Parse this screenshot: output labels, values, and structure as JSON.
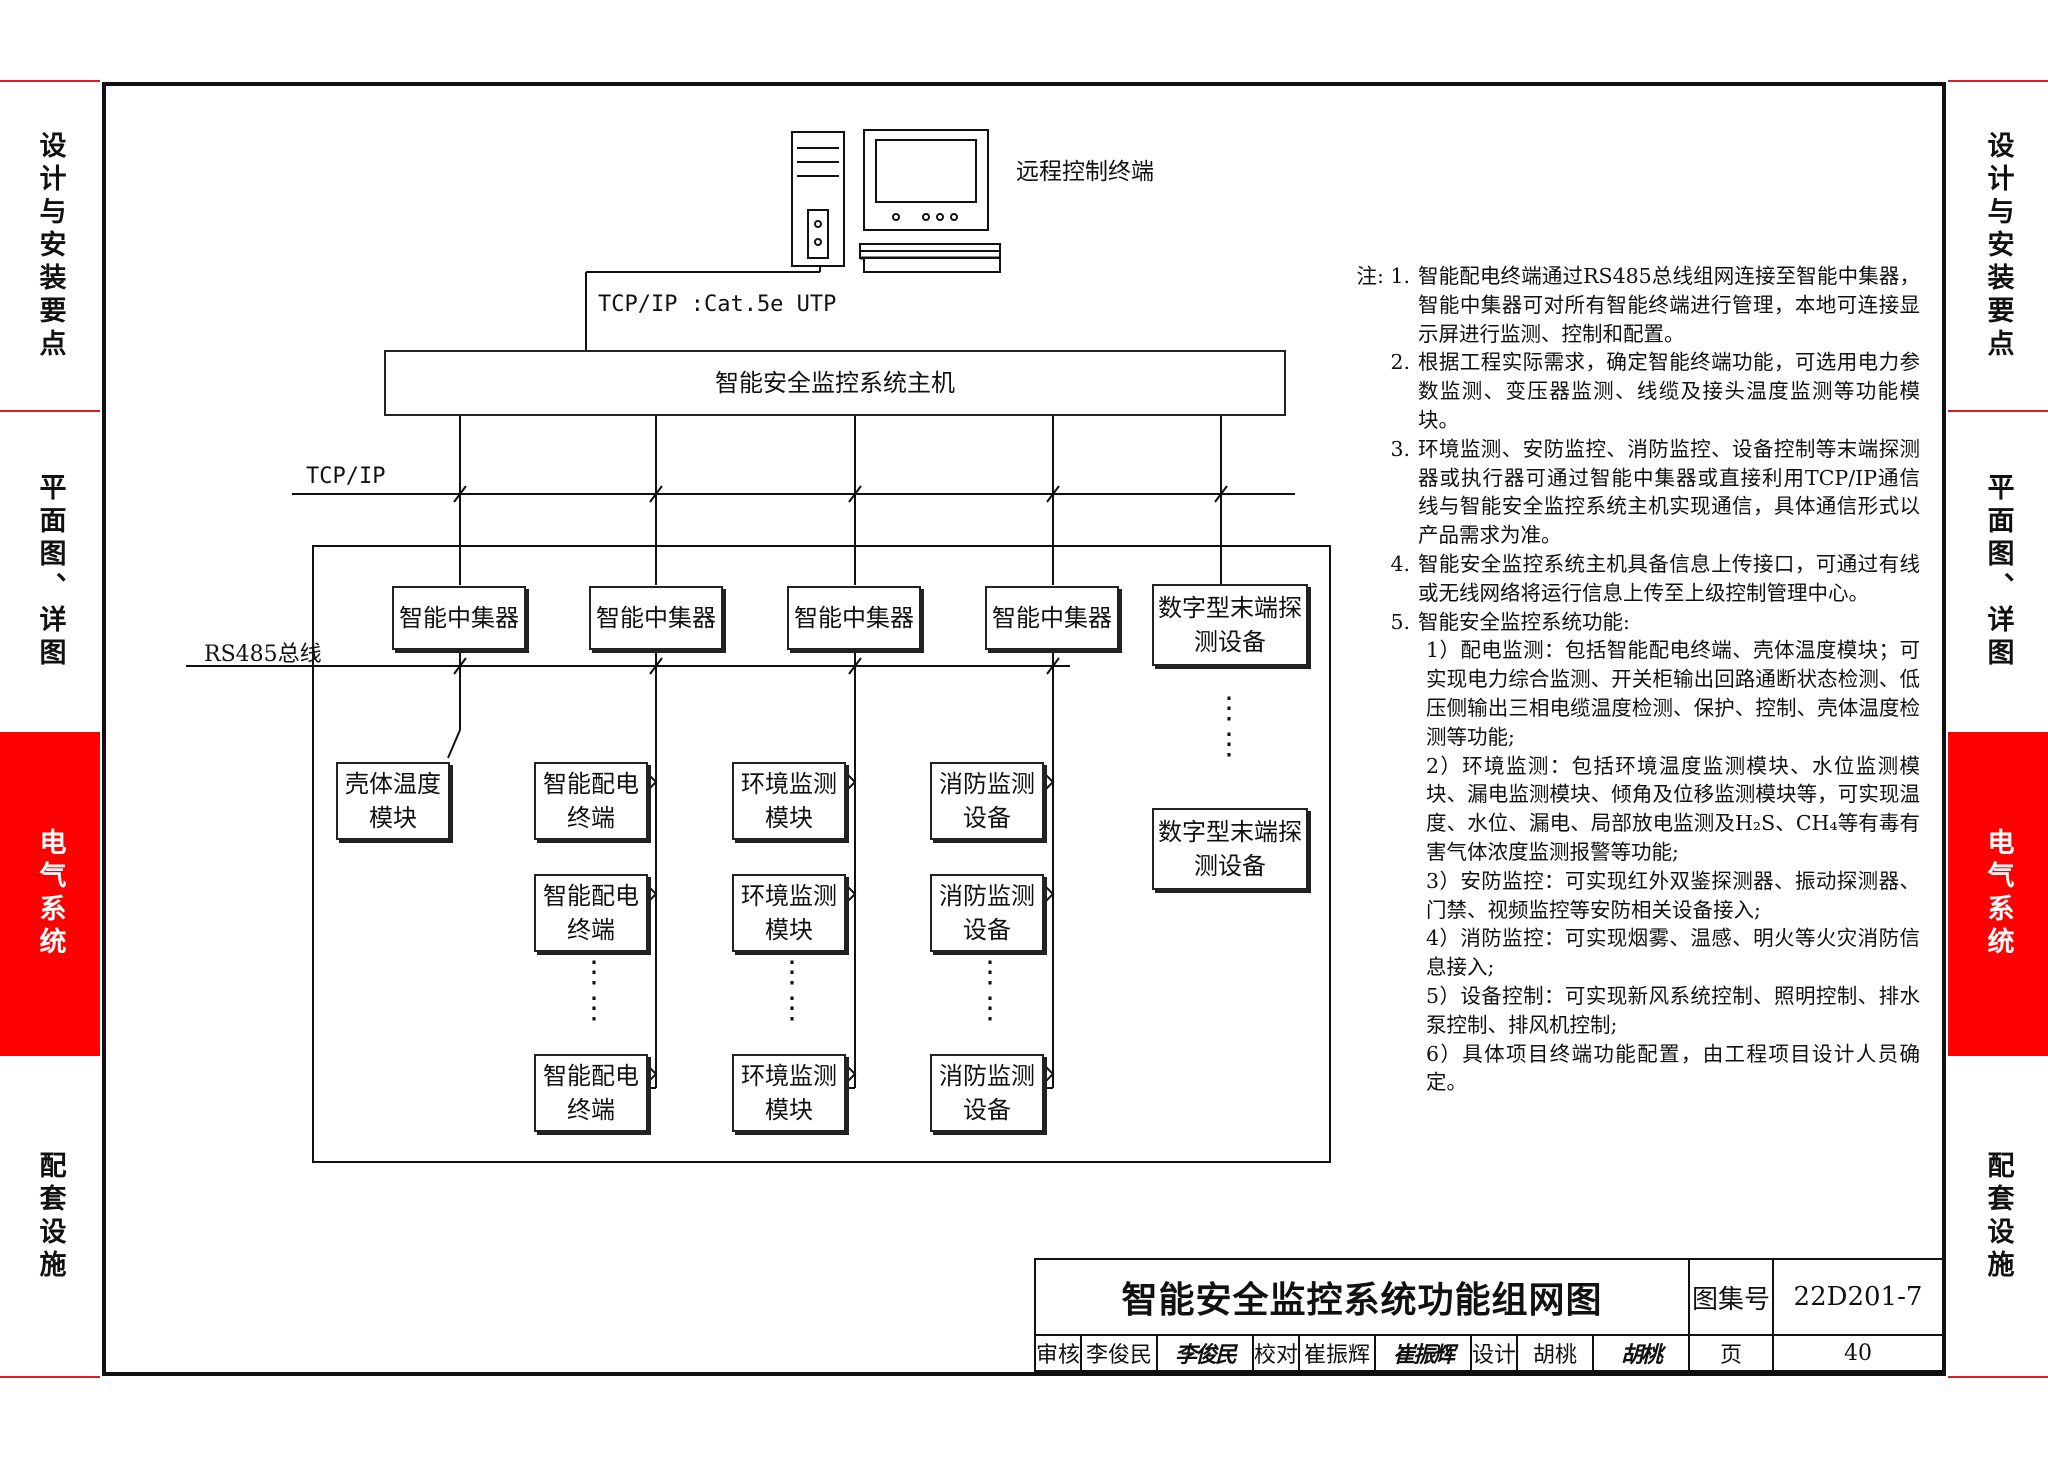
{
  "side_tabs": [
    {
      "label": "设计与安装要点",
      "active": false
    },
    {
      "label": "平面图、详图",
      "active": false
    },
    {
      "label": "电气系统",
      "active": true
    },
    {
      "label": "配套设施",
      "active": false
    }
  ],
  "colors": {
    "accent": "#ff0000",
    "line": "#111111"
  },
  "diagram": {
    "terminal_label": "远程控制终端",
    "terminal_icon": "computer-icon",
    "link_label_top": "TCP/IP :Cat.5e UTP",
    "host_label": "智能安全监控系统主机",
    "tcpip_bus_label": "TCP/IP",
    "rs485_bus_label": "RS485总线",
    "concentrators": [
      "智能中集器",
      "智能中集器",
      "智能中集器",
      "智能中集器"
    ],
    "digital_terminals": [
      "数字型末端探测设备",
      "数字型末端探测设备"
    ],
    "col1_device": "壳体温度模块",
    "col2_devices": [
      "智能配电终端",
      "智能配电终端",
      "智能配电终端"
    ],
    "col3_devices": [
      "环境监测模块",
      "环境监测模块",
      "环境监测模块"
    ],
    "col4_devices": [
      "消防监测设备",
      "消防监测设备",
      "消防监测设备"
    ],
    "ellipsis": "⋮"
  },
  "notes": {
    "prefix": "注:",
    "items": [
      {
        "num": "1.",
        "text": "智能配电终端通过RS485总线组网连接至智能中集器，智能中集器可对所有智能终端进行管理，本地可连接显示屏进行监测、控制和配置。"
      },
      {
        "num": "2.",
        "text": "根据工程实际需求，确定智能终端功能，可选用电力参数监测、变压器监测、线缆及接头温度监测等功能模块。"
      },
      {
        "num": "3.",
        "text": "环境监测、安防监控、消防监控、设备控制等末端探测器或执行器可通过智能中集器或直接利用TCP/IP通信线与智能安全监控系统主机实现通信，具体通信形式以产品需求为准。"
      },
      {
        "num": "4.",
        "text": "智能安全监控系统主机具备信息上传接口，可通过有线或无线网络将运行信息上传至上级控制管理中心。"
      },
      {
        "num": "5.",
        "text": "智能安全监控系统功能:"
      }
    ],
    "sub_items": [
      "1）配电监测：包括智能配电终端、壳体温度模块；可实现电力综合监测、开关柜输出回路通断状态检测、低压侧输出三相电缆温度检测、保护、控制、壳体温度检测等功能;",
      "2）环境监测：包括环境温度监测模块、水位监测模块、漏电监测模块、倾角及位移监测模块等，可实现温度、水位、漏电、局部放电监测及H₂S、CH₄等有毒有害气体浓度监测报警等功能;",
      "3）安防监控：可实现红外双鉴探测器、振动探测器、门禁、视频监控等安防相关设备接入;",
      "4）消防监控：可实现烟雾、温感、明火等火灾消防信息接入;",
      "5）设备控制：可实现新风系统控制、照明控制、排水泵控制、排风机控制;",
      "6）具体项目终端功能配置，由工程项目设计人员确定。"
    ]
  },
  "title_block": {
    "drawing_title": "智能安全监控系统功能组网图",
    "atlas_label": "图集号",
    "atlas_no": "22D201-7",
    "review_label": "审核",
    "reviewer": "李俊民",
    "reviewer_sig": "李俊民",
    "check_label": "校对",
    "checker": "崔振辉",
    "checker_sig": "崔振辉",
    "design_label": "设计",
    "designer": "胡桃",
    "designer_sig": "胡桃",
    "page_label": "页",
    "page_no": "40"
  }
}
